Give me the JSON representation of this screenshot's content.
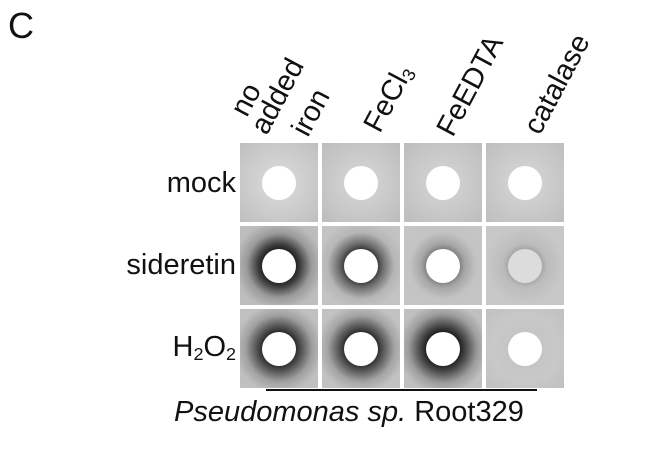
{
  "panel_letter": "C",
  "column_headers": [
    {
      "lines": [
        "no",
        "added",
        "iron"
      ]
    },
    {
      "main": "FeCl",
      "sub": "3"
    },
    {
      "text": "FeEDTA"
    },
    {
      "text": "catalase"
    }
  ],
  "row_labels": [
    {
      "text": "mock"
    },
    {
      "text": "sideretin"
    },
    {
      "main": "H",
      "sub1": "2",
      "mid": "O",
      "sub2": "2"
    }
  ],
  "strain_label": {
    "italic": "Pseudomonas sp.",
    "plain": "Root329"
  }
}
